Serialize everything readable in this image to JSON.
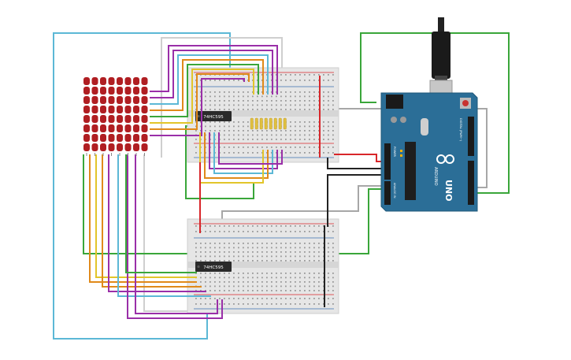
{
  "colors": {
    "background": "#ffffff",
    "breadboard": "#e6e6e6",
    "led": "#b01e22",
    "arduino_board": "#2b6e97",
    "ic_chip": "#2a2a2a",
    "wire_green": "#3aa63a",
    "wire_cyan": "#5cb8d6",
    "wire_purple": "#9a2fa8",
    "wire_orange": "#e08a1a",
    "wire_yellow": "#e2c52a",
    "wire_gray": "#a7a7a7",
    "wire_red": "#d8262a",
    "wire_black": "#222222"
  },
  "chips": {
    "top_label": "74HC595",
    "bottom_label": "74HC595"
  },
  "arduino": {
    "brand_label": "ARDUINO",
    "model_label": "UNO",
    "power_header_label": "POWER",
    "analog_header_label": "ANALOG IN",
    "digital_header_label": "DIGITAL (PWM~)"
  },
  "led_matrix": {
    "rows": 8,
    "cols": 8
  },
  "icons": [
    "usb-cable-icon",
    "reset-button-icon",
    "arduino-logo-icon"
  ]
}
